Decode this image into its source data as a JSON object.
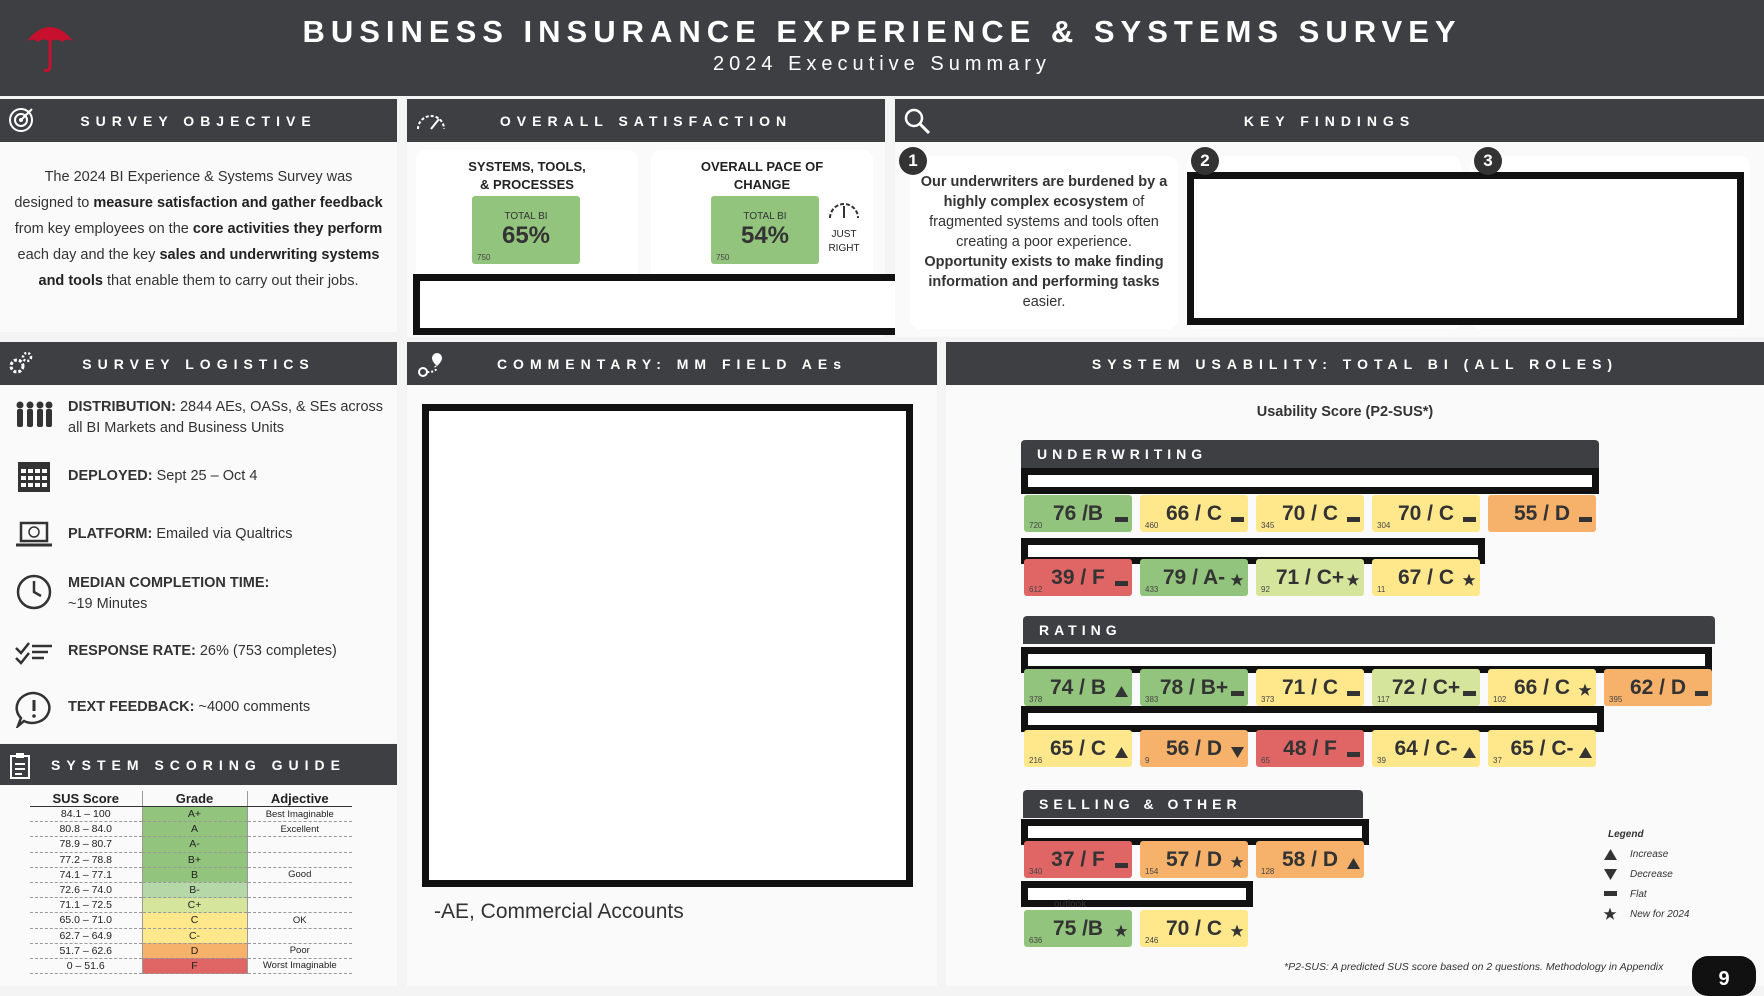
{
  "header": {
    "title": "BUSINESS INSURANCE EXPERIENCE & SYSTEMS SURVEY",
    "subtitle": "2024 Executive Summary"
  },
  "sections": {
    "objective": "SURVEY OBJECTIVE",
    "satisfaction": "OVERALL SATISFACTION",
    "findings": "KEY FINDINGS",
    "logistics": "SURVEY LOGISTICS",
    "commentary": "COMMENTARY: MM FIELD AEs",
    "usability": "SYSTEM USABILITY: TOTAL BI (ALL ROLES)",
    "scoring": "SYSTEM SCORING GUIDE"
  },
  "objective": {
    "t1": "The 2024 BI Experience & Systems Survey was designed to ",
    "b1": "measure satisfaction and gather feedback",
    "t2": " from key employees on the ",
    "b2": "core activities they perform",
    "t3": " each day and the key ",
    "b3": "sales and underwriting systems and tools",
    "t4": " that enable them to carry out their jobs."
  },
  "satisfaction": {
    "card1": {
      "title": "SYSTEMS, TOOLS, & PROCESSES",
      "label": "TOTAL BI",
      "value": "65%",
      "n": "750"
    },
    "card2": {
      "title": "OVERALL PACE OF CHANGE",
      "label": "TOTAL BI",
      "value": "54%",
      "n": "750",
      "note": "JUST RIGHT"
    }
  },
  "findings": {
    "nums": [
      "1",
      "2",
      "3"
    ],
    "b1": "Our underwriters are burdened by a highly complex ecosystem",
    "t1": " of fragmented systems and tools often creating a poor experience. ",
    "b2": "Opportunity exists to make finding information and performing tasks",
    "t2": " easier."
  },
  "logistics": [
    {
      "label": "DISTRIBUTION:",
      "text": " 2844 AEs, OASs, & SEs across all BI Markets and Business Units",
      "icon": "people-icon"
    },
    {
      "label": "DEPLOYED:",
      "text": " Sept 25 – Oct 4",
      "icon": "calendar-icon"
    },
    {
      "label": "PLATFORM:",
      "text": " Emailed via Qualtrics",
      "icon": "laptop-icon"
    },
    {
      "label": "MEDIAN COMPLETION TIME:",
      "text": "~19 Minutes",
      "icon": "clock-icon"
    },
    {
      "label": "RESPONSE RATE:",
      "text": " 26%  (753 completes)",
      "icon": "checklist-icon"
    },
    {
      "label": "TEXT FEEDBACK:",
      "text": " ~4000 comments",
      "icon": "speech-bubble-icon"
    }
  ],
  "commentary": {
    "attribution": "-AE, Commercial Accounts"
  },
  "usability": {
    "title": "Usability Score (P2-SUS*)",
    "groups": {
      "underwriting": "UNDERWRITING",
      "rating": "RATING",
      "selling": "SELLING & OTHER"
    },
    "outlook_label": "outlook",
    "uw1": [
      {
        "s": "76 /B",
        "n": "720",
        "m": "flat",
        "c": "g"
      },
      {
        "s": "66 / C",
        "n": "460",
        "m": "flat",
        "c": "y"
      },
      {
        "s": "70 / C",
        "n": "345",
        "m": "flat",
        "c": "y"
      },
      {
        "s": "70 / C",
        "n": "304",
        "m": "flat",
        "c": "y"
      },
      {
        "s": "55 / D",
        "n": "",
        "m": "flat",
        "c": "o"
      }
    ],
    "uw2": [
      {
        "s": "39 / F",
        "n": "612",
        "m": "flat",
        "c": "r"
      },
      {
        "s": "79 / A-",
        "n": "433",
        "m": "star",
        "c": "g"
      },
      {
        "s": "71 / C+",
        "n": "92",
        "m": "star",
        "c": "yg"
      },
      {
        "s": "67 / C",
        "n": "11",
        "m": "star",
        "c": "y"
      }
    ],
    "rt1": [
      {
        "s": "74 / B",
        "n": "378",
        "m": "up",
        "c": "g"
      },
      {
        "s": "78 / B+",
        "n": "383",
        "m": "flat",
        "c": "g"
      },
      {
        "s": "71 / C",
        "n": "373",
        "m": "flat",
        "c": "y"
      },
      {
        "s": "72 / C+",
        "n": "117",
        "m": "flat",
        "c": "yg"
      },
      {
        "s": "66 / C",
        "n": "102",
        "m": "star",
        "c": "y"
      },
      {
        "s": "62 / D",
        "n": "395",
        "m": "flat",
        "c": "o"
      }
    ],
    "rt2": [
      {
        "s": "65 / C",
        "n": "216",
        "m": "up",
        "c": "y"
      },
      {
        "s": "56 / D",
        "n": "9",
        "m": "down",
        "c": "o"
      },
      {
        "s": "48 / F",
        "n": "65",
        "m": "flat",
        "c": "r"
      },
      {
        "s": "64 / C-",
        "n": "39",
        "m": "up",
        "c": "y"
      },
      {
        "s": "65 / C-",
        "n": "37",
        "m": "up",
        "c": "y"
      }
    ],
    "sl1": [
      {
        "s": "37 / F",
        "n": "340",
        "m": "flat",
        "c": "r"
      },
      {
        "s": "57 / D",
        "n": "154",
        "m": "star",
        "c": "o"
      },
      {
        "s": "58 / D",
        "n": "128",
        "m": "up",
        "c": "o"
      }
    ],
    "sl2": [
      {
        "s": "75 /B",
        "n": "636",
        "m": "star",
        "c": "g"
      },
      {
        "s": "70 / C",
        "n": "246",
        "m": "star",
        "c": "y"
      }
    ],
    "legend": {
      "title": "Legend",
      "items": [
        {
          "k": "up",
          "t": "Increase"
        },
        {
          "k": "down",
          "t": "Decrease"
        },
        {
          "k": "flat",
          "t": "Flat"
        },
        {
          "k": "star",
          "t": "New for 2024"
        }
      ]
    },
    "footnote": "*P2-SUS: A predicted SUS score based on 2 questions. Methodology in Appendix"
  },
  "scoring": {
    "headers": [
      "SUS Score",
      "Grade",
      "Adjective"
    ],
    "rows": [
      [
        "84.1 – 100",
        "A+",
        "Best Imaginable",
        "g"
      ],
      [
        "80.8 – 84.0",
        "A",
        "Excellent",
        "g"
      ],
      [
        "78.9 – 80.7",
        "A-",
        "",
        "g"
      ],
      [
        "77.2 – 78.8",
        "B+",
        "",
        "g"
      ],
      [
        "74.1 – 77.1",
        "B",
        "Good",
        "g"
      ],
      [
        "72.6 – 74.0",
        "B-",
        "",
        "lg"
      ],
      [
        "71.1 – 72.5",
        "C+",
        "",
        "yg"
      ],
      [
        "65.0 – 71.0",
        "C",
        "OK",
        "y"
      ],
      [
        "62.7 – 64.9",
        "C-",
        "",
        "y"
      ],
      [
        "51.7 – 62.6",
        "D",
        "Poor",
        "o"
      ],
      [
        "0 – 51.6",
        "F",
        "Worst Imaginable",
        "r"
      ]
    ]
  },
  "page_badge": "9",
  "colors": {
    "header": "#3d3f42",
    "green": "#93c47d",
    "yellow": "#ffe88c",
    "orange": "#f6b26b",
    "red": "#e06666",
    "logo": "#c8102e"
  }
}
